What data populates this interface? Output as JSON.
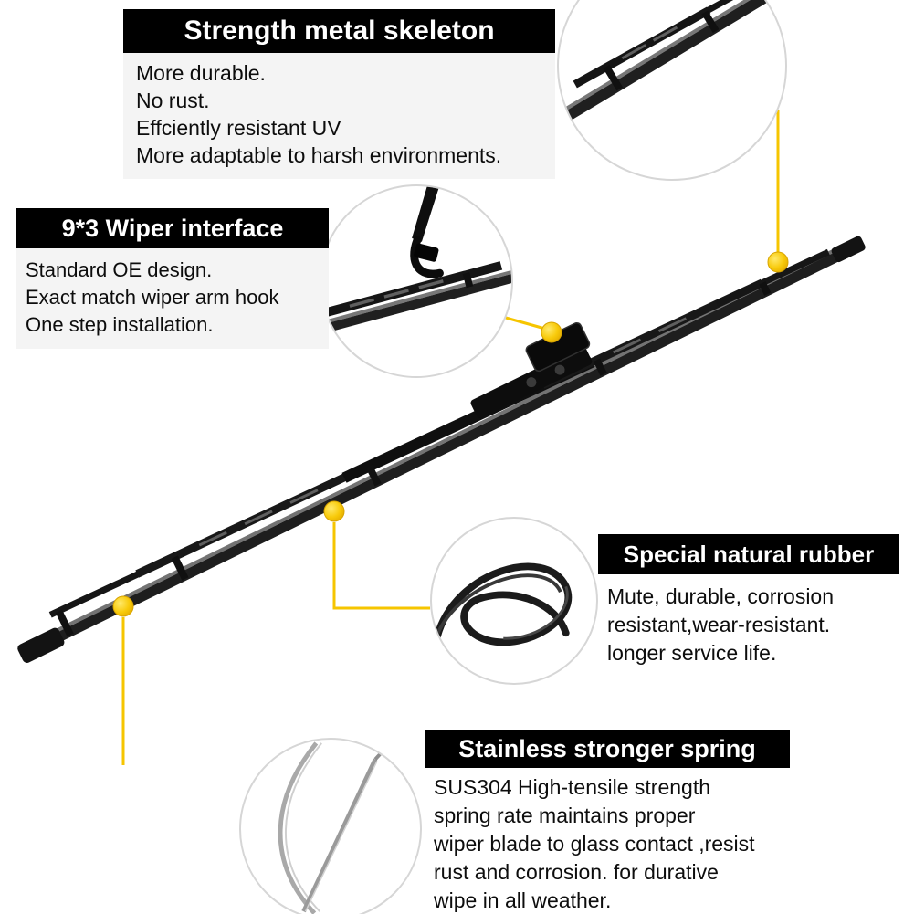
{
  "colors": {
    "banner_bg": "#000000",
    "banner_text": "#ffffff",
    "body_text": "#0d0d0d",
    "panel_bg": "#f4f4f4",
    "accent_yellow": "#f6c500",
    "inset_border": "#d6d6d6",
    "blade_black": "#1a1a1a",
    "metal_gray": "#a9a9a9"
  },
  "callouts": {
    "skeleton": {
      "title": "Strength metal skeleton",
      "lines": [
        "More durable.",
        "No rust.",
        "Effciently resistant UV",
        "More adaptable to harsh environments."
      ]
    },
    "interface": {
      "title": "9*3 Wiper interface",
      "lines": [
        "Standard OE design.",
        "Exact match wiper arm hook",
        "One step installation."
      ]
    },
    "rubber": {
      "title": "Special natural rubber",
      "lines": [
        "Mute, durable, corrosion",
        "resistant,wear-resistant.",
        "longer service life."
      ]
    },
    "spring": {
      "title": "Stainless stronger spring",
      "lines": [
        "SUS304 High-tensile strength",
        "spring rate maintains proper",
        "wiper blade to glass contact ,resist",
        "rust and corrosion. for durative",
        "wipe in all weather."
      ]
    }
  },
  "insets": {
    "tip": "metal-skeleton-closeup",
    "hook": "wiper-arm-hook-closeup",
    "rubber": "natural-rubber-strip-closeup",
    "spring": "stainless-spring-strips-closeup"
  },
  "product": "frame-style-windshield-wiper-blade"
}
